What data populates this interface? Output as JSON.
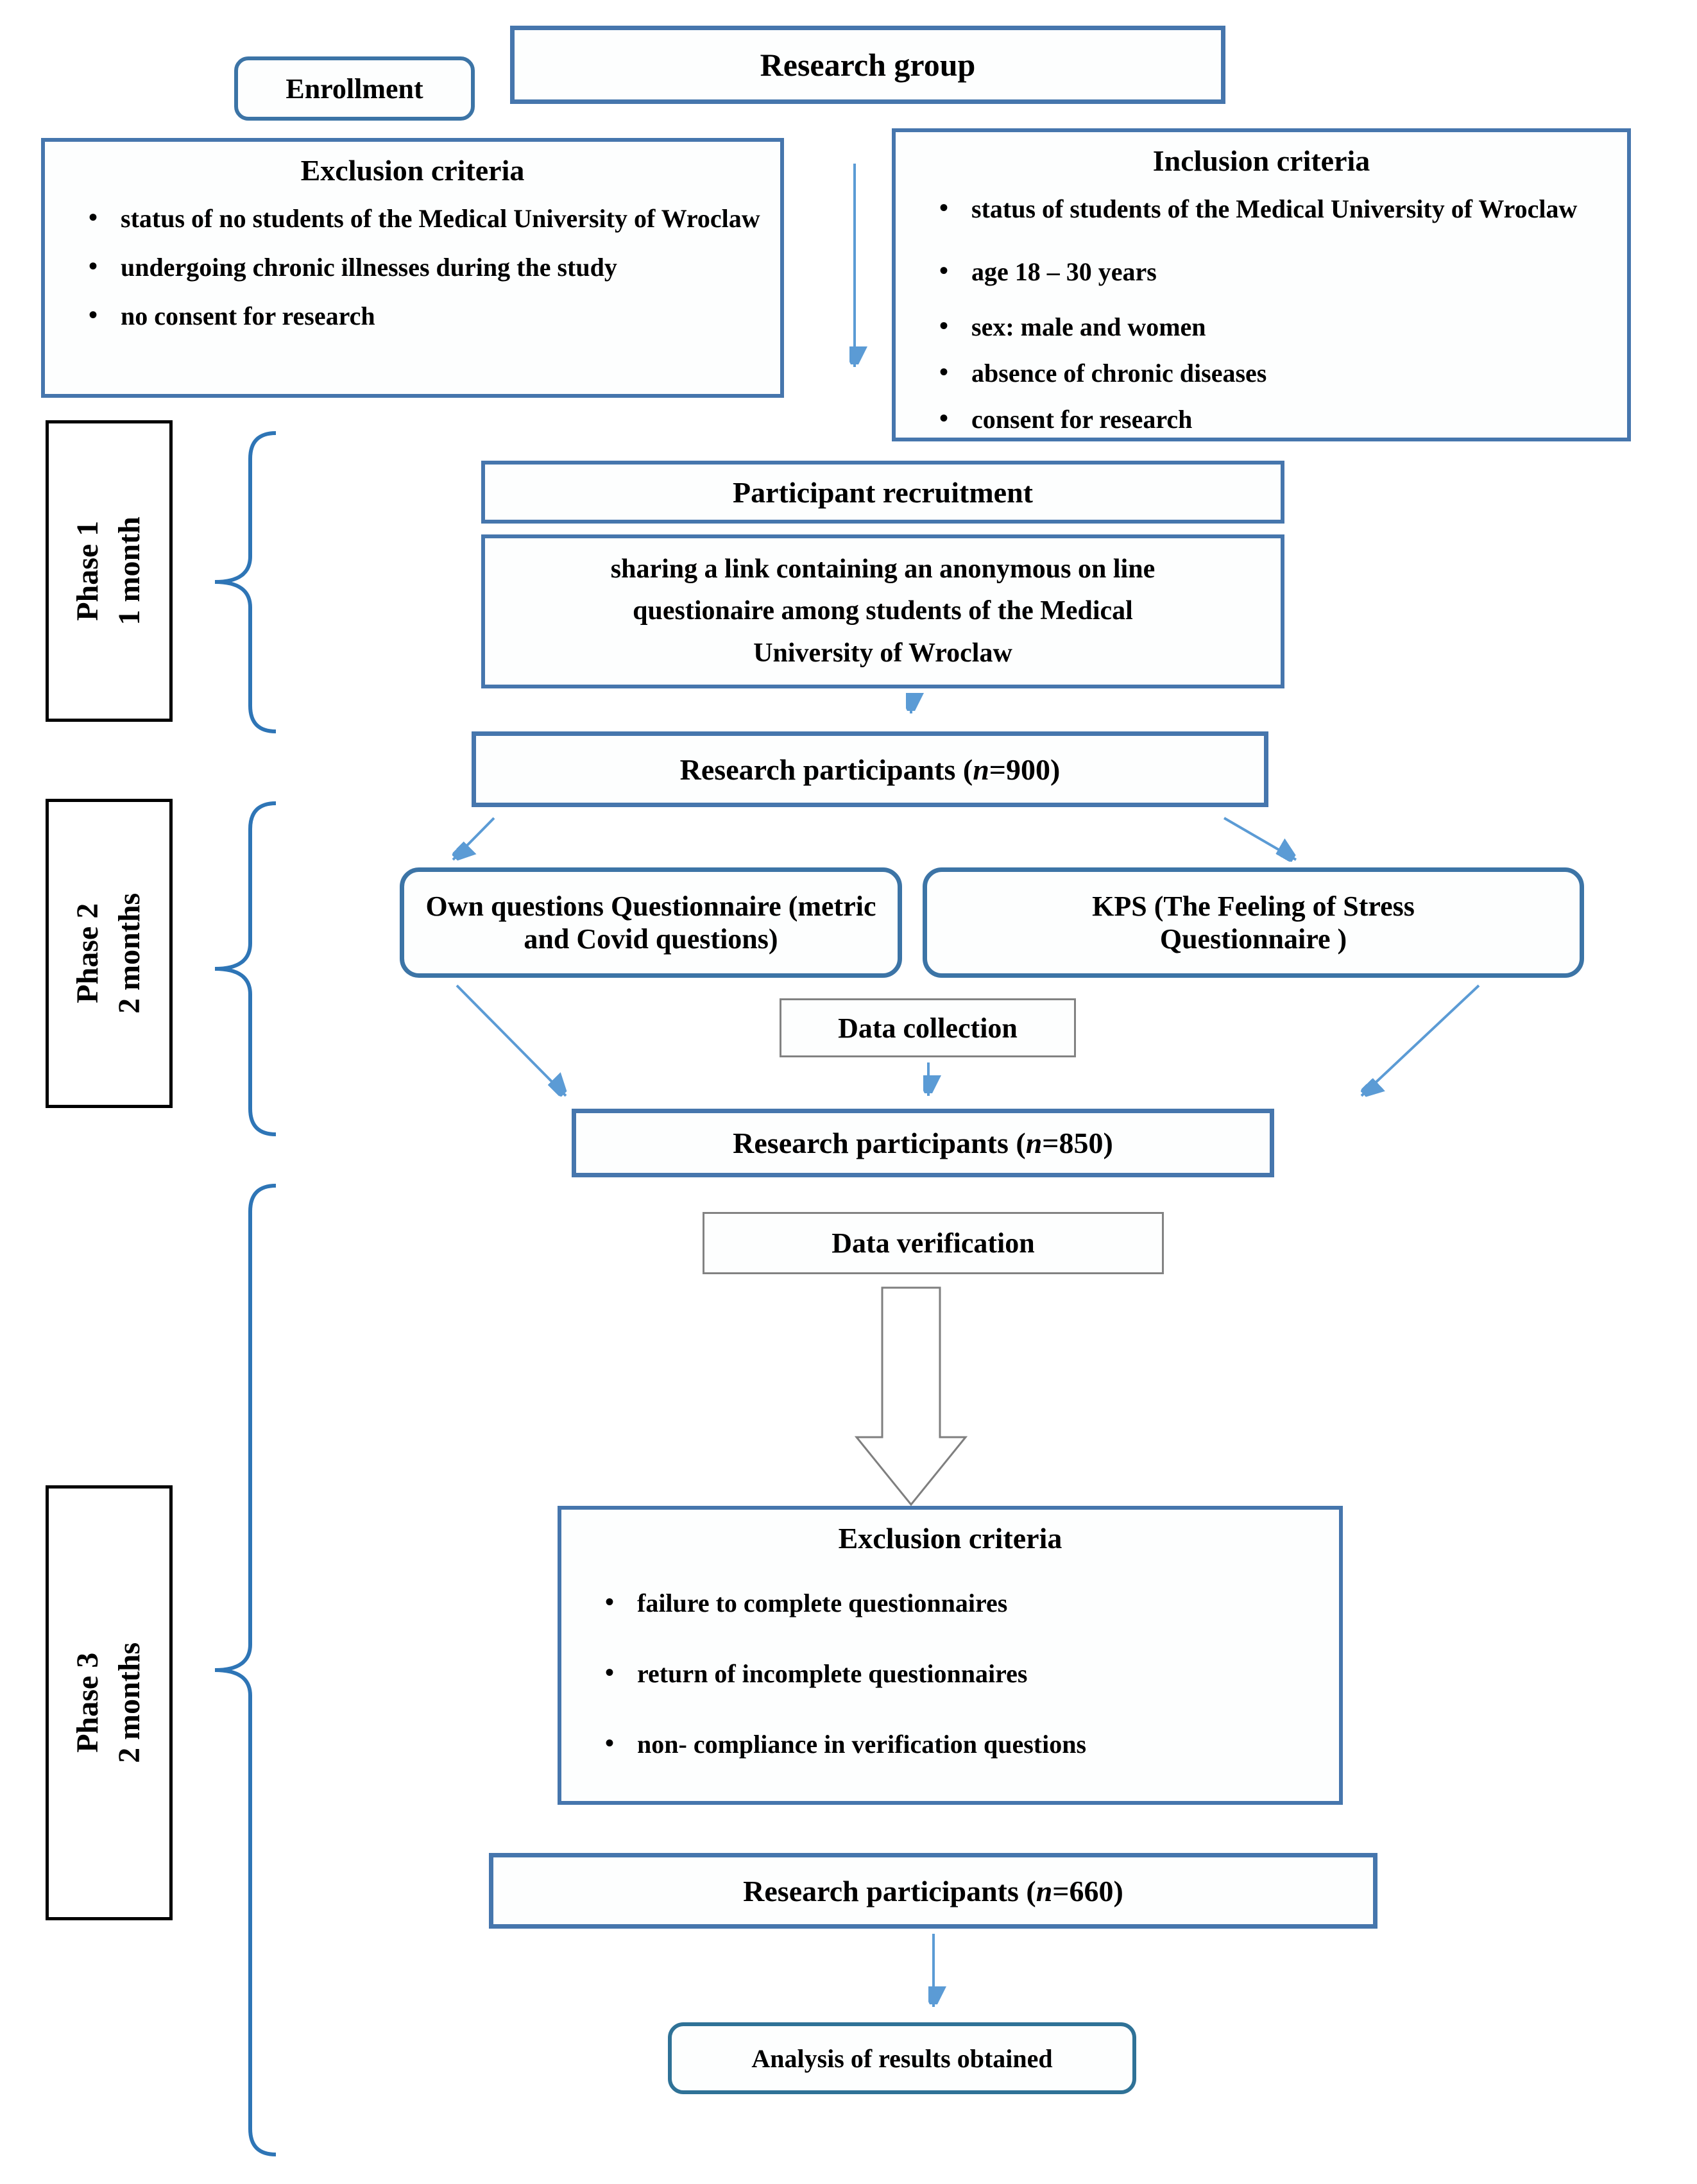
{
  "colors": {
    "box_border_blue": "#4676ad",
    "rounded_border_blue": "#3c74a6",
    "arrow_blue": "#5b9bd5",
    "brace_blue": "#2e75b6",
    "thin_border_gray": "#828282",
    "analysis_border_teal": "#2f7297",
    "phase_border_black": "#000000"
  },
  "top": {
    "enrollment_label": "Enrollment",
    "research_group_label": "Research group"
  },
  "exclusion_top": {
    "title": "Exclusion criteria",
    "items": [
      "status of no students of the Medical University of Wroclaw",
      "undergoing chronic illnesses during the study",
      "no consent for research"
    ]
  },
  "inclusion": {
    "title": "Inclusion criteria",
    "items": [
      "status of students of the Medical University of Wroclaw",
      "age 18 – 30 years",
      "sex: male and women",
      "absence of chronic diseases",
      "consent for research"
    ]
  },
  "phases": [
    {
      "line1": "Phase 1",
      "line2": "1 month"
    },
    {
      "line1": "Phase 2",
      "line2": "2 months"
    },
    {
      "line1": "Phase 3",
      "line2": "2 months"
    }
  ],
  "flow": {
    "recruitment_label": "Participant recruitment",
    "sharing_text": "sharing a link containing an anonymous on line questionaire among students of the Medical University of Wroclaw",
    "participants_900": {
      "prefix": "Research participants (",
      "n": "n",
      "suffix": "=900)"
    },
    "own_questionnaire_label": "Own questions Questionnaire (metric and Covid questions)",
    "kps_label": "KPS (The Feeling of Stress Questionnaire )",
    "data_collection_label": "Data collection",
    "participants_850": {
      "prefix": "Research participants (",
      "n": "n",
      "suffix": "=850)"
    },
    "data_verification_label": "Data verification",
    "exclusion_bottom": {
      "title": "Exclusion criteria",
      "items": [
        "failure to complete questionnaires",
        "return of incomplete questionnaires",
        "non- compliance in verification questions"
      ]
    },
    "participants_660": {
      "prefix": "Research participants (",
      "n": "n",
      "suffix": "=660)"
    },
    "analysis_label": "Analysis of results obtained"
  }
}
